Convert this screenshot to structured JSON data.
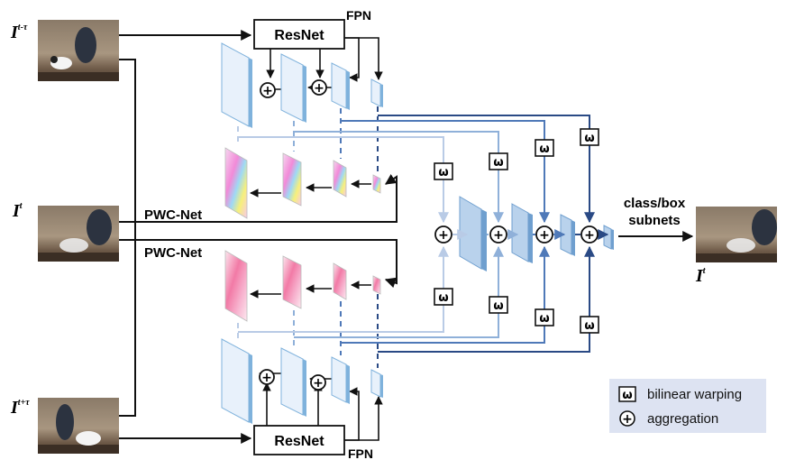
{
  "frames": {
    "prev": {
      "base": "I",
      "sup": "t-τ"
    },
    "cur": {
      "base": "I",
      "sup": "t"
    },
    "next": {
      "base": "I",
      "sup": "t+τ"
    },
    "out": {
      "base": "I",
      "sup": "t"
    }
  },
  "labels": {
    "resnet_top": "ResNet",
    "resnet_bottom": "ResNet",
    "fpn_top": "FPN",
    "fpn_bottom": "FPN",
    "pwc_top": "PWC-Net",
    "pwc_bottom": "PWC-Net",
    "head_line1": "class/box",
    "head_line2": "subnets"
  },
  "symbols": {
    "warp": "ω",
    "agg": "+"
  },
  "legend": {
    "warp_label": "bilinear warping",
    "agg_label": "aggregation"
  },
  "colors": {
    "level1": "#b9cbe6",
    "level2": "#8fb0d9",
    "level3": "#4f79b8",
    "level4": "#2a4a85",
    "feature_face": "#e8f1fb",
    "feature_side": "#7fb2dc",
    "legend_bg": "#dde3f2"
  }
}
